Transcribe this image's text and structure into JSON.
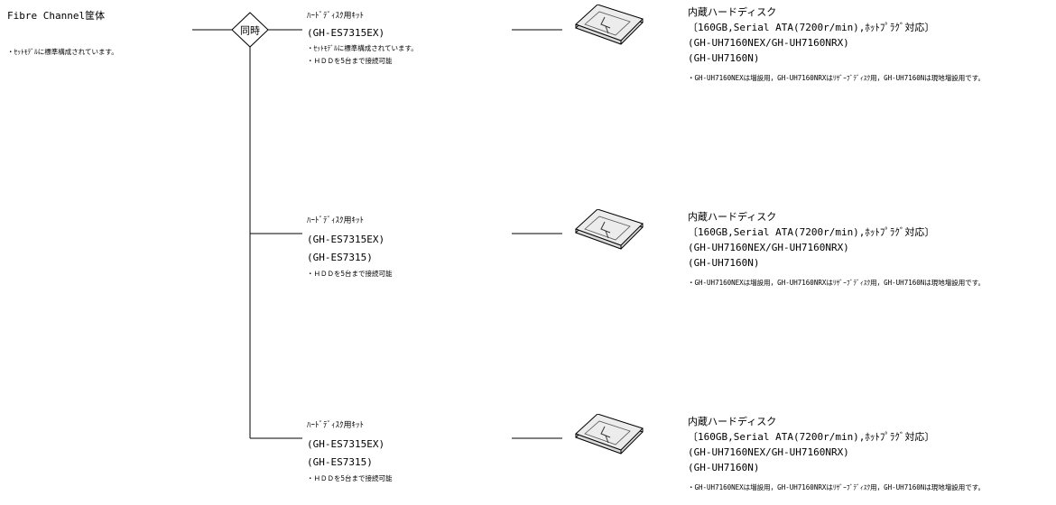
{
  "enclosure": {
    "title": "Fibre Channel筐体",
    "note": "・ｾｯﾄﾓﾃﾞﾙに標準構成されています。"
  },
  "junction": {
    "label": "同時",
    "icon": "diamond-junction-icon"
  },
  "kits": [
    {
      "title": "ﾊｰﾄﾞﾃﾞｨｽｸ用ｷｯﾄ",
      "models": [
        "(GH-ES7315EX)"
      ],
      "notes": [
        "・ｾｯﾄﾓﾃﾞﾙに標準構成されています。",
        "・ＨＤＤを5台まで接続可能"
      ]
    },
    {
      "title": "ﾊｰﾄﾞﾃﾞｨｽｸ用ｷｯﾄ",
      "models": [
        "(GH-ES7315EX)",
        "(GH-ES7315)"
      ],
      "notes": [
        "・ＨＤＤを5台まで接続可能"
      ]
    },
    {
      "title": "ﾊｰﾄﾞﾃﾞｨｽｸ用ｷｯﾄ",
      "models": [
        "(GH-ES7315EX)",
        "(GH-ES7315)"
      ],
      "notes": [
        "・ＨＤＤを5台まで接続可能"
      ]
    }
  ],
  "disks": [
    {
      "icon": "hard-disk-icon",
      "title": "内蔵ハードディスク",
      "spec": "〔160GB,Serial ATA(7200r/min),ﾎｯﾄﾌﾟﾗｸﾞ対応〕",
      "models": [
        "(GH-UH7160NEX/GH-UH7160NRX)",
        "(GH-UH7160N)"
      ],
      "note": "・GH-UH7160NEXは増設用，GH-UH7160NRXはﾘｻﾞｰﾌﾞﾃﾞｨｽｸ用，GH-UH7160Nは現地増設用です。"
    },
    {
      "icon": "hard-disk-icon",
      "title": "内蔵ハードディスク",
      "spec": "〔160GB,Serial ATA(7200r/min),ﾎｯﾄﾌﾟﾗｸﾞ対応〕",
      "models": [
        "(GH-UH7160NEX/GH-UH7160NRX)",
        "(GH-UH7160N)"
      ],
      "note": "・GH-UH7160NEXは増設用，GH-UH7160NRXはﾘｻﾞｰﾌﾞﾃﾞｨｽｸ用，GH-UH7160Nは現地増設用です。"
    },
    {
      "icon": "hard-disk-icon",
      "title": "内蔵ハードディスク",
      "spec": "〔160GB,Serial ATA(7200r/min),ﾎｯﾄﾌﾟﾗｸﾞ対応〕",
      "models": [
        "(GH-UH7160NEX/GH-UH7160NRX)",
        "(GH-UH7160N)"
      ],
      "note": "・GH-UH7160NEXは増設用，GH-UH7160NRXはﾘｻﾞｰﾌﾞﾃﾞｨｽｸ用，GH-UH7160Nは現地増設用です。"
    }
  ]
}
